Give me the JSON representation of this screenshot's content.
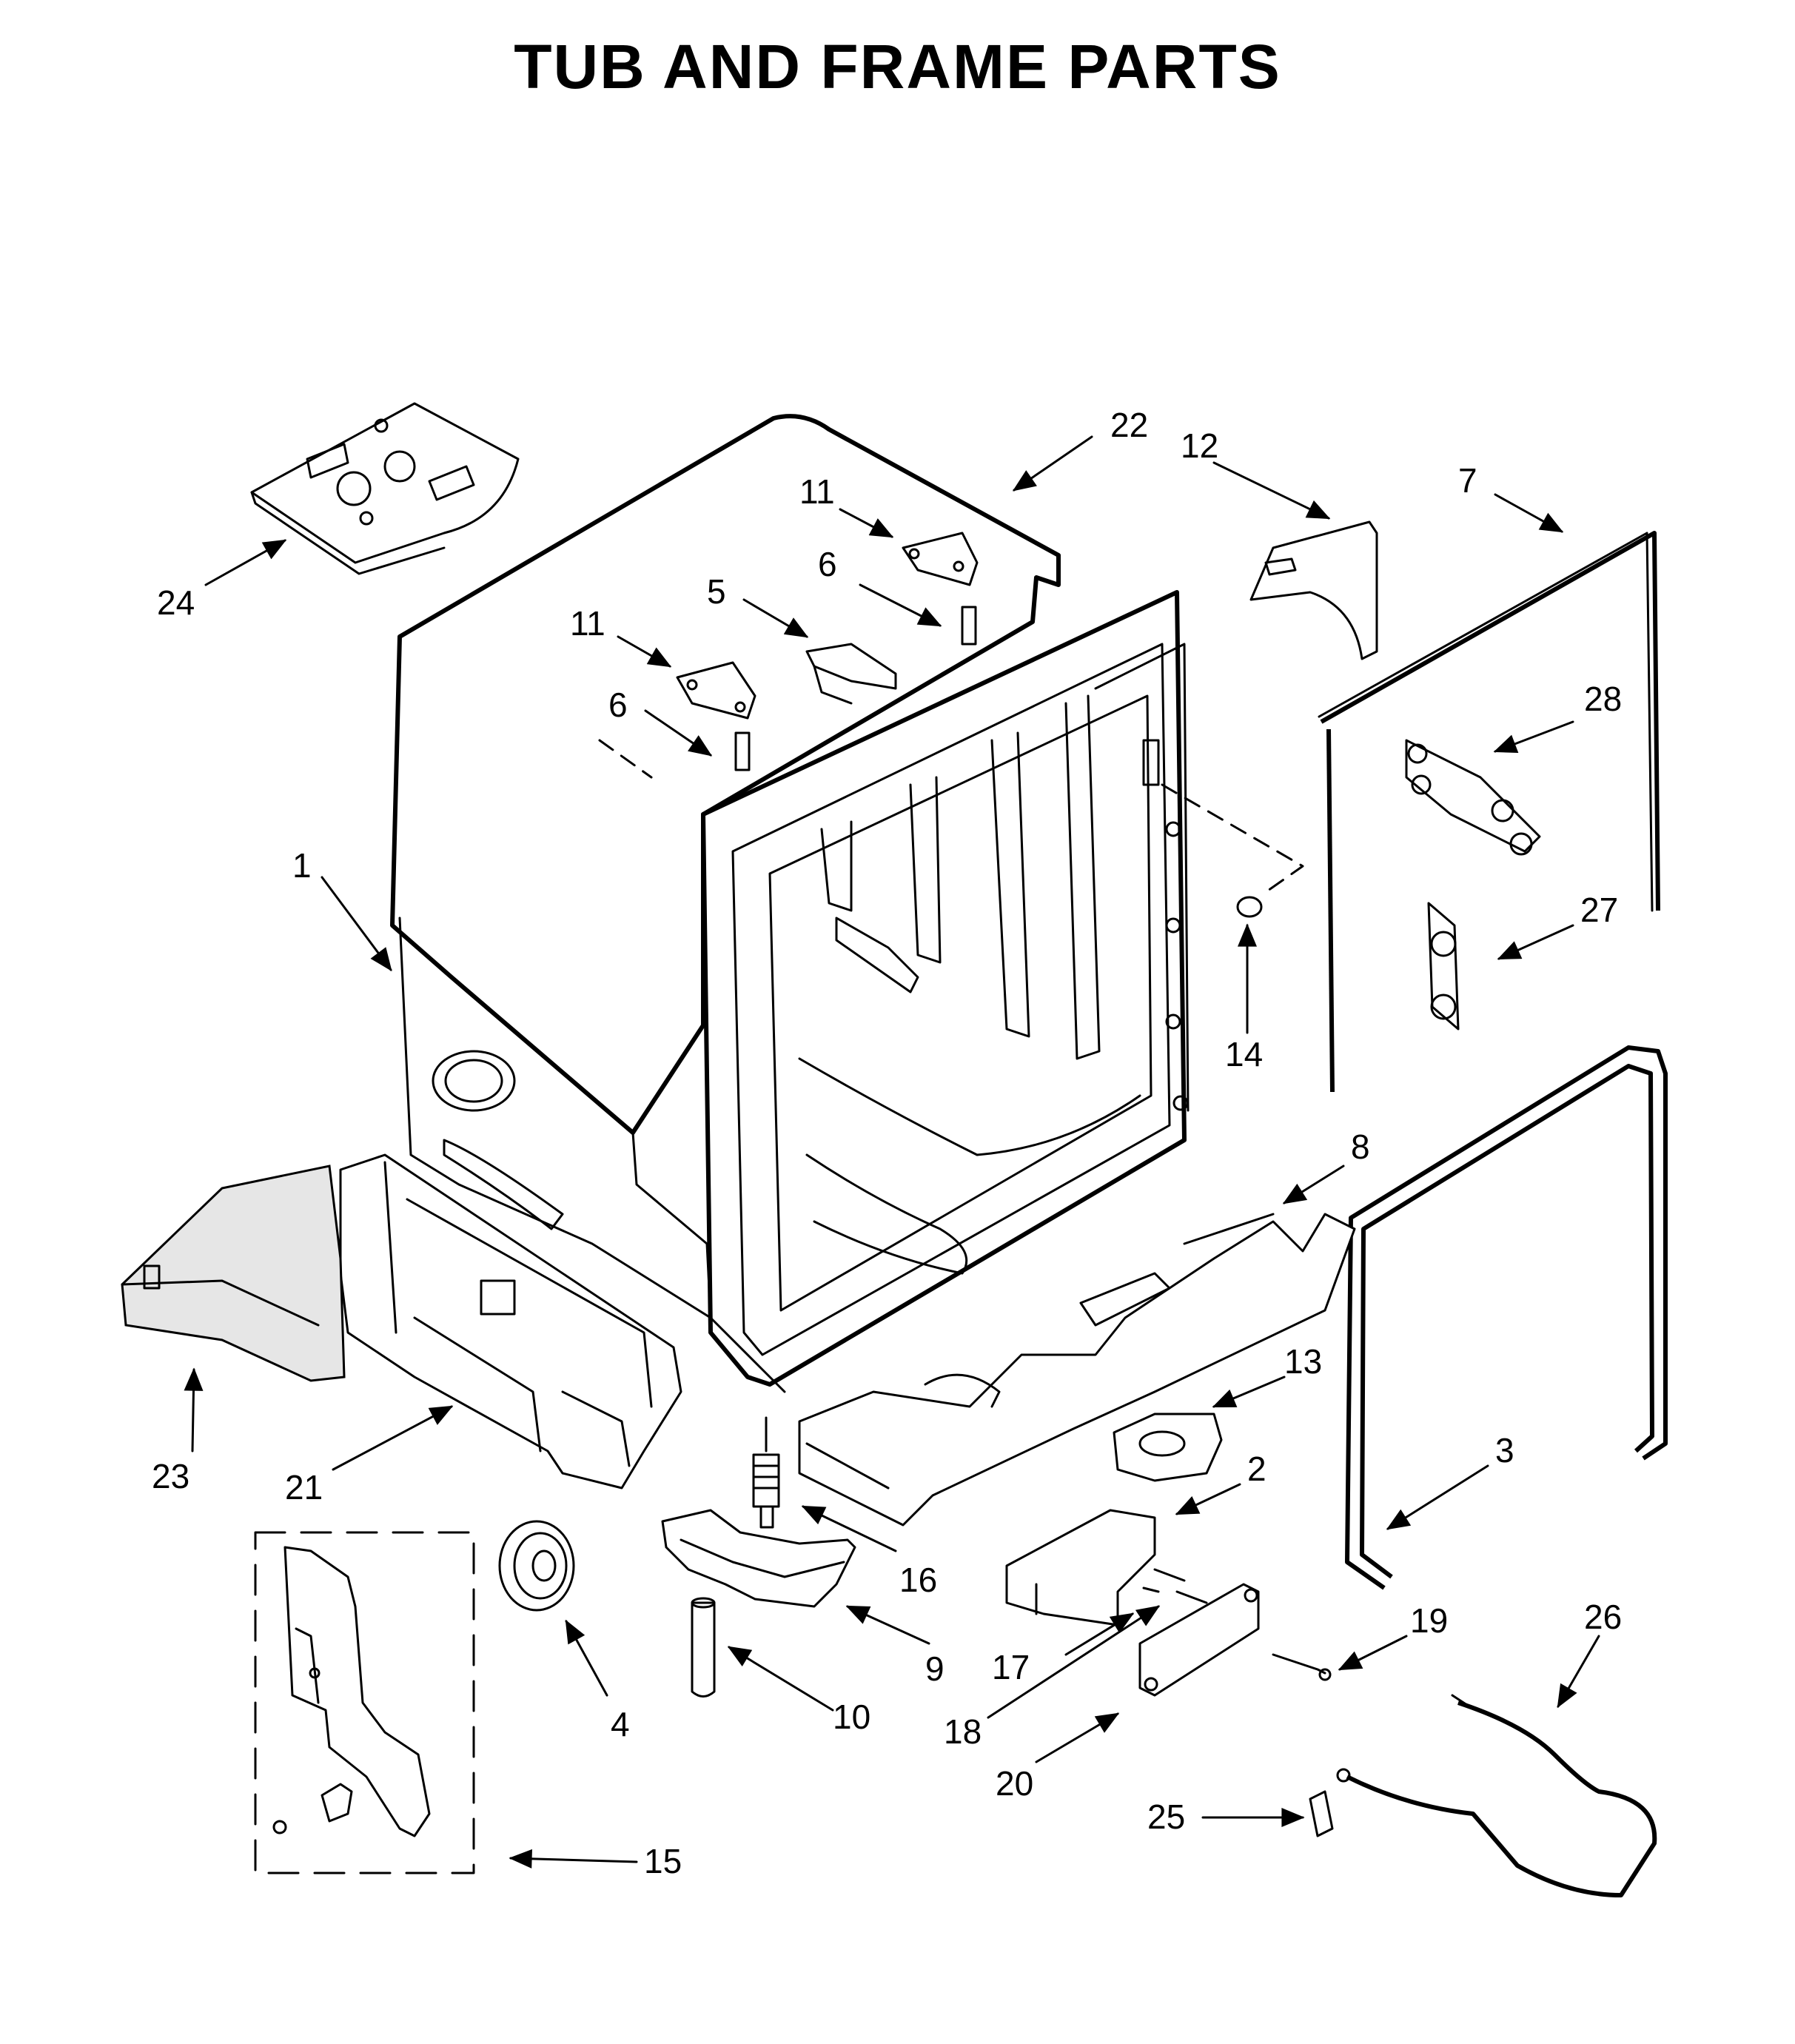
{
  "title": "TUB AND FRAME PARTS",
  "callouts": [
    {
      "id": "1",
      "label": "1"
    },
    {
      "id": "2",
      "label": "2"
    },
    {
      "id": "3",
      "label": "3"
    },
    {
      "id": "4",
      "label": "4"
    },
    {
      "id": "5",
      "label": "5"
    },
    {
      "id": "6a",
      "label": "6"
    },
    {
      "id": "6b",
      "label": "6"
    },
    {
      "id": "7",
      "label": "7"
    },
    {
      "id": "8",
      "label": "8"
    },
    {
      "id": "9",
      "label": "9"
    },
    {
      "id": "10",
      "label": "10"
    },
    {
      "id": "11a",
      "label": "11"
    },
    {
      "id": "11b",
      "label": "11"
    },
    {
      "id": "12",
      "label": "12"
    },
    {
      "id": "13",
      "label": "13"
    },
    {
      "id": "14",
      "label": "14"
    },
    {
      "id": "15",
      "label": "15"
    },
    {
      "id": "16",
      "label": "16"
    },
    {
      "id": "17",
      "label": "17"
    },
    {
      "id": "18",
      "label": "18"
    },
    {
      "id": "19",
      "label": "19"
    },
    {
      "id": "20",
      "label": "20"
    },
    {
      "id": "21",
      "label": "21"
    },
    {
      "id": "22",
      "label": "22"
    },
    {
      "id": "23",
      "label": "23"
    },
    {
      "id": "24",
      "label": "24"
    },
    {
      "id": "25",
      "label": "25"
    },
    {
      "id": "26",
      "label": "26"
    },
    {
      "id": "27",
      "label": "27"
    },
    {
      "id": "28",
      "label": "28"
    }
  ]
}
